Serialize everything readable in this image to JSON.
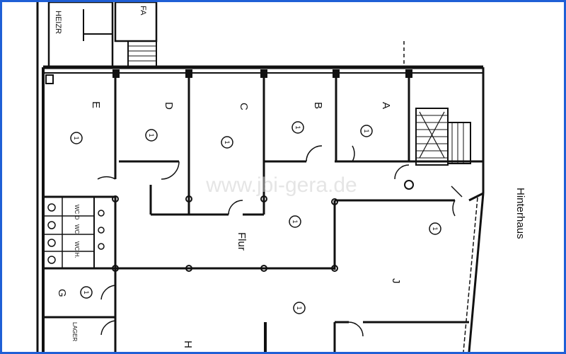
{
  "plan": {
    "top_labels": {
      "heizraum": "HEIZR",
      "fa": "FA"
    },
    "rooms": [
      {
        "id": "room-e",
        "letter": "E",
        "num": "1"
      },
      {
        "id": "room-d",
        "letter": "D",
        "num": "1"
      },
      {
        "id": "room-c",
        "letter": "C",
        "num": "1"
      },
      {
        "id": "room-b",
        "letter": "B",
        "num": "1"
      },
      {
        "id": "room-a",
        "letter": "A",
        "num": "1"
      },
      {
        "id": "room-g",
        "letter": "G",
        "num": "1"
      },
      {
        "id": "room-h",
        "letter": "H",
        "num": "1"
      },
      {
        "id": "room-j",
        "letter": "J",
        "num": "1"
      }
    ],
    "flur_label": "Flur",
    "flur_num": "1",
    "wc_labels": [
      "WC D",
      "WC",
      "WC H."
    ],
    "lager_label": "LAGER",
    "hinterhaus_label": "Hinterhaus",
    "watermark": "www.jbi-gera.de"
  }
}
